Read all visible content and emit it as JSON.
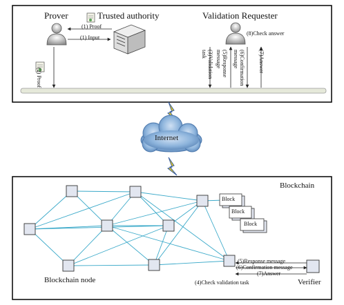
{
  "top": {
    "prover": "Prover",
    "trusted_authority": "Trusted authority",
    "validation_requester": "Validation Requester",
    "proof_arrow": "(1) Proof",
    "input_arrow": "(1) Input",
    "proof_down": "(2) Proof",
    "check_answer": "(8)Check answer",
    "validation_task": "(3)Validation task",
    "response_message": "(5)Response message",
    "confirmation_message": "(6)Confirmation message",
    "answer": "(7)Answer"
  },
  "internet": "Internet",
  "bottom": {
    "blockchain": "Blockchain",
    "blockchain_node": "Blockchain node",
    "verifier": "Verifier",
    "response_message": "(5)Response message",
    "confirmation_message": "(6)Confirmation message",
    "answer": "(7)Answer",
    "check_validation_task": "(4)Check validation task",
    "blocks": [
      "Block",
      "Block",
      "Block"
    ]
  },
  "colors": {
    "edge": "#3aa9c9",
    "node_fill": "#e2e6f0",
    "bus": "#e6e9da",
    "bolt": "#e6c820",
    "cloud": "#6f9ccc"
  }
}
